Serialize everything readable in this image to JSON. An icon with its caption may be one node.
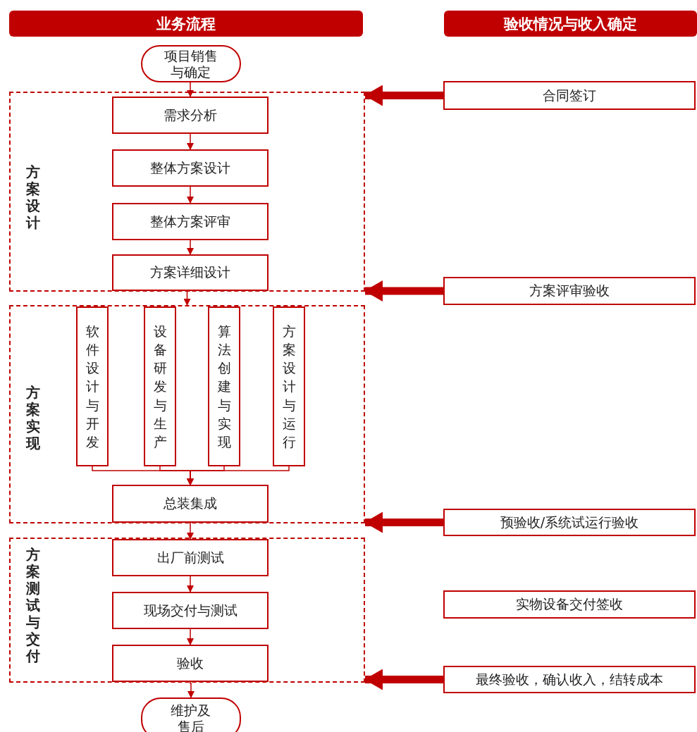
{
  "diagram": {
    "nodes": [
      {
        "text": [
          "业务流程"
        ]
      },
      {
        "text": [
          "验收情况与收入确定"
        ]
      },
      {
        "text": [
          "项目销售与确定"
        ]
      },
      {
        "text": [
          "方案设计"
        ]
      },
      {
        "text": [
          "需求分析"
        ],
        "in": 3
      },
      {
        "text": [
          "整体方案设计"
        ],
        "in": 3
      },
      {
        "text": [
          "整体方案评审"
        ],
        "in": 3
      },
      {
        "text": [
          "方案详细设计"
        ],
        "in": 3
      },
      {
        "text": [
          "方案实现"
        ]
      },
      {
        "text": [
          "软件设计与开发"
        ],
        "in": 8
      },
      {
        "text": [
          "设备研发与生产"
        ],
        "in": 8
      },
      {
        "text": [
          "算法创建与实现"
        ],
        "in": 8
      },
      {
        "text": [
          "方案设计与运行"
        ],
        "in": 8
      },
      {
        "text": [
          "总装集成"
        ],
        "in": 8
      },
      {
        "text": [
          "方案测试与交付"
        ]
      },
      {
        "text": [
          "出厂前测试"
        ],
        "in": 14
      },
      {
        "text": [
          "现场交付与测试"
        ],
        "in": 14
      },
      {
        "text": [
          "验收"
        ],
        "in": 14
      },
      {
        "text": [
          "维护及售后"
        ]
      },
      {
        "text": [
          "合同签订"
        ]
      },
      {
        "text": [
          "方案评审验收"
        ]
      },
      {
        "text": [
          "预验收/系统试运行验收"
        ]
      },
      {
        "text": [
          "实物设备交付签收"
        ]
      },
      {
        "text": [
          "最终验收，确认收入，结转成本"
        ]
      }
    ],
    "edges": [
      {
        "from": 2,
        "to": 4,
        "arrow": "to"
      },
      {
        "from": 4,
        "to": 5,
        "arrow": "to"
      },
      {
        "from": 5,
        "to": 6,
        "arrow": "to"
      },
      {
        "from": 6,
        "to": 7,
        "arrow": "to"
      },
      {
        "from": 7,
        "to": 8,
        "arrow": "to"
      },
      {
        "from": 9,
        "to": 13,
        "arrow": "to"
      },
      {
        "from": 10,
        "to": 13,
        "arrow": "to"
      },
      {
        "from": 11,
        "to": 13,
        "arrow": "to"
      },
      {
        "from": 12,
        "to": 13,
        "arrow": "to"
      },
      {
        "from": 13,
        "to": 15,
        "arrow": "to"
      },
      {
        "from": 15,
        "to": 16,
        "arrow": "to"
      },
      {
        "from": 16,
        "to": 17,
        "arrow": "to"
      },
      {
        "from": 17,
        "to": 18,
        "arrow": "to"
      },
      {
        "from": 19,
        "to": 3,
        "arrow": "to",
        "style": "thick"
      },
      {
        "from": 20,
        "to": 3,
        "arrow": "to",
        "style": "thick"
      },
      {
        "from": 21,
        "to": 8,
        "arrow": "to",
        "style": "thick"
      },
      {
        "from": 23,
        "to": 14,
        "arrow": "to",
        "style": "thick"
      }
    ]
  }
}
